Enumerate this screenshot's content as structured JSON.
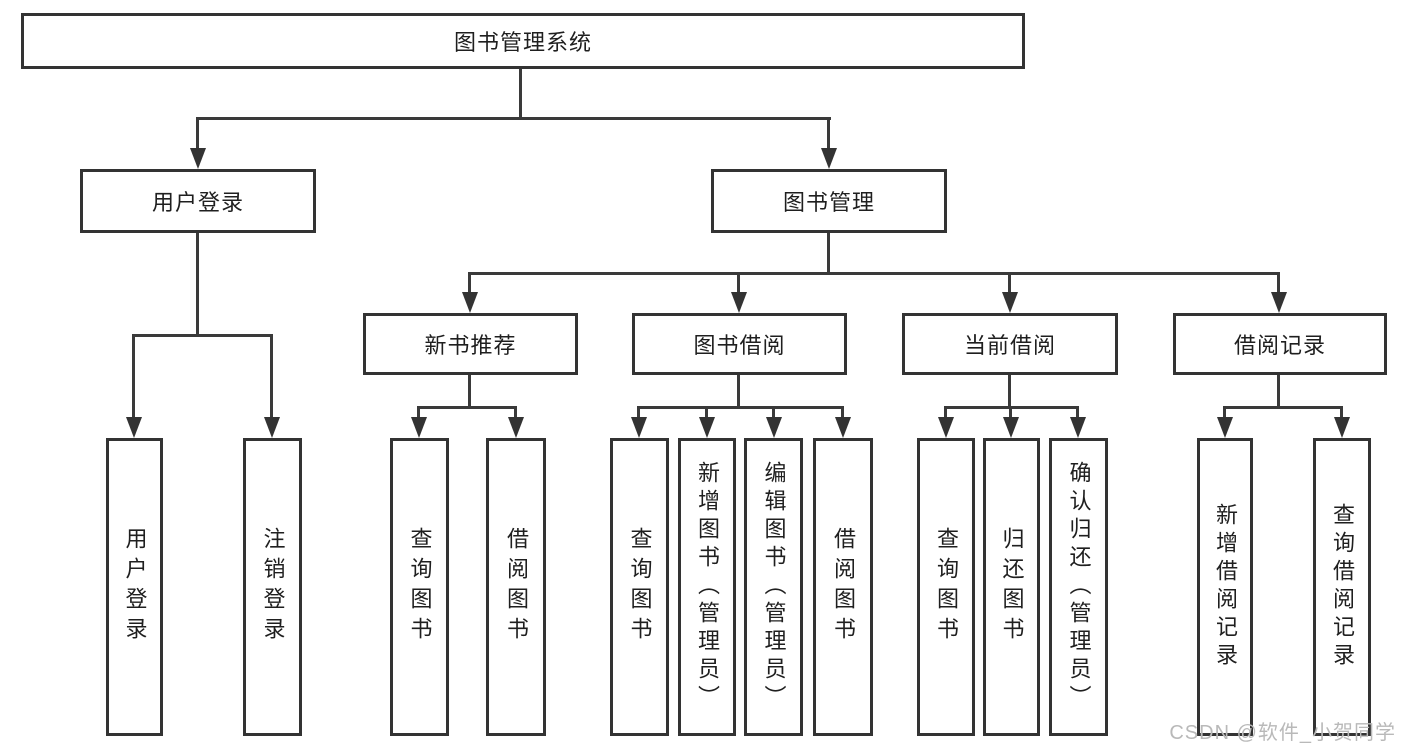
{
  "colors": {
    "background": "#ffffff",
    "line": "#3a3a3a",
    "box_border": "#333333",
    "text": "#1f1f1f",
    "watermark": "#b9b9b9"
  },
  "watermark": {
    "text": "CSDN @软件_小贺同学"
  },
  "diagram": {
    "root": {
      "label": "图书管理系统"
    },
    "level2": [
      {
        "label": "用户登录",
        "children": [
          {
            "label": "用户登录"
          },
          {
            "label": "注销登录"
          }
        ]
      },
      {
        "label": "图书管理",
        "children": [
          {
            "label": "新书推荐",
            "children": [
              {
                "label": "查询图书"
              },
              {
                "label": "借阅图书"
              }
            ]
          },
          {
            "label": "图书借阅",
            "children": [
              {
                "label": "查询图书"
              },
              {
                "label": "新增图书（管理员）"
              },
              {
                "label": "编辑图书（管理员）"
              },
              {
                "label": "借阅图书"
              }
            ]
          },
          {
            "label": "当前借阅",
            "children": [
              {
                "label": "查询图书"
              },
              {
                "label": "归还图书"
              },
              {
                "label": "确认归还（管理员）"
              }
            ]
          },
          {
            "label": "借阅记录",
            "children": [
              {
                "label": "新增借阅记录"
              },
              {
                "label": "查询借阅记录"
              }
            ]
          }
        ]
      }
    ]
  }
}
